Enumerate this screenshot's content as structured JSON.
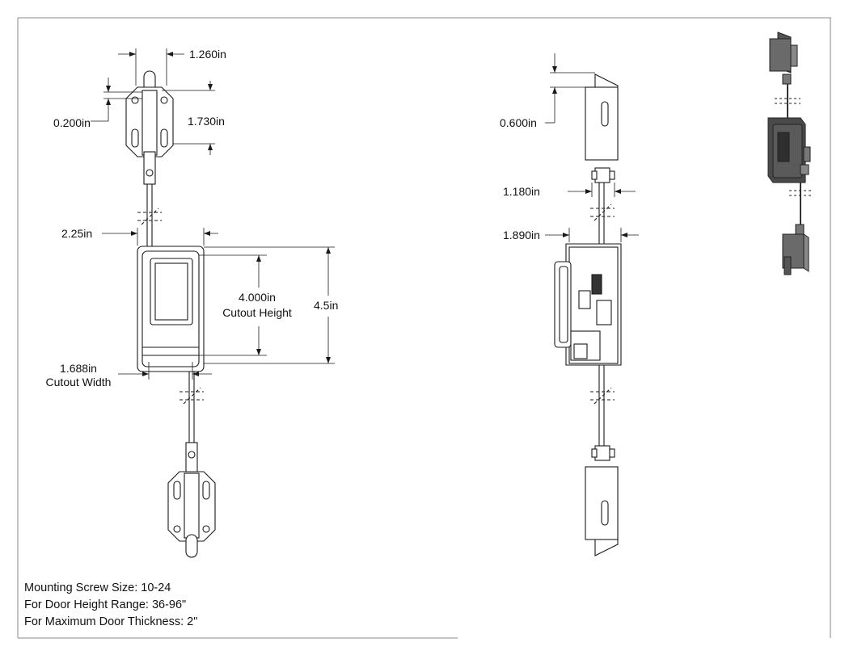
{
  "dimensions": {
    "top_bracket_width": "1.260in",
    "top_offset": "0.200in",
    "top_bracket_height": "1.730in",
    "front_width": "2.25in",
    "cutout_height_value": "4.000in",
    "cutout_height_label": "Cutout Height",
    "overall_height": "4.5in",
    "cutout_width_value": "1.688in",
    "cutout_width_label": "Cutout Width",
    "side_top_gap": "0.600in",
    "side_rod_guide": "1.180in",
    "side_body_depth": "1.890in"
  },
  "notes": {
    "screw_size": "Mounting Screw Size: 10-24",
    "door_height": "For Door Height Range: 36-96\"",
    "door_thickness": "For Maximum Door Thickness: 2\""
  },
  "colors": {
    "line": "#1a1a1a",
    "frame": "#888888",
    "iso_body": "#4a4a4a"
  }
}
